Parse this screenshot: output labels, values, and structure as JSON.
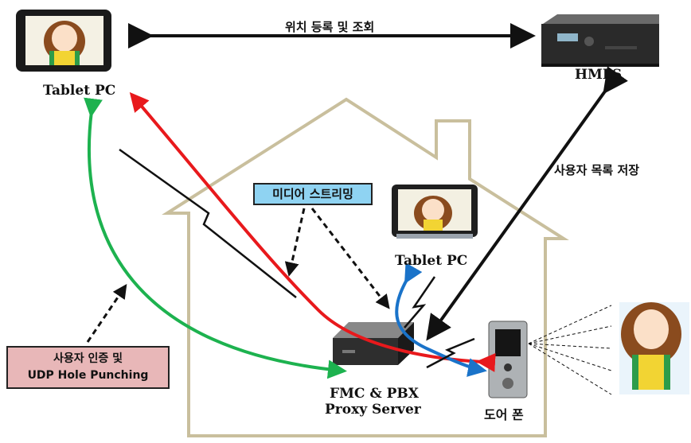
{
  "labels": {
    "tablet_pc_top": "Tablet PC",
    "tablet_pc_inner": "Tablet PC",
    "hmls": "HMLS",
    "location_register": "위치 등록 및 조회",
    "user_list_store": "사용자 목록 저장",
    "media_streaming": "미디어 스트리밍",
    "auth_line1": "사용자 인증 및",
    "auth_line2": "UDP Hole Punching",
    "server_line1": "FMC & PBX",
    "server_line2": "Proxy Server",
    "doorphone": "도어 폰"
  },
  "colors": {
    "red_arrow": "#e8191c",
    "green_arrow": "#1db24f",
    "blue_arrow": "#1a73c9",
    "house_outline": "#c9bf9d",
    "media_box": "#8fd3f2",
    "auth_box": "#e8b7b8"
  }
}
